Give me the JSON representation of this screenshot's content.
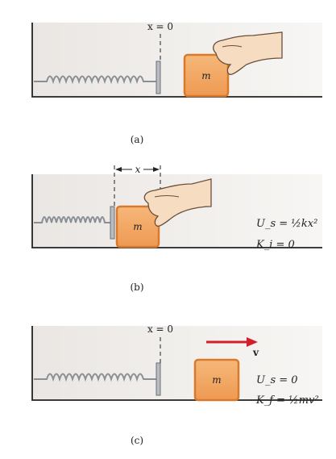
{
  "panels": [
    {
      "caption": "(a)",
      "x_marker": "x = 0",
      "mass_label": "m"
    },
    {
      "caption": "(b)",
      "x_marker": "x",
      "mass_label": "m",
      "equations": [
        "U_s = ½kx²",
        "K_i = 0"
      ]
    },
    {
      "caption": "(c)",
      "x_marker": "x = 0",
      "mass_label": "m",
      "velocity_label": "v",
      "equations": [
        "U_s = 0",
        "K_f = ½mv²"
      ]
    }
  ],
  "colors": {
    "block_fill": "#F2A560",
    "block_edge": "#D97A2A",
    "wall_fill": "#E2DDD7",
    "hand_fill": "#F6DDC2",
    "arrow": "#D21F2C",
    "spring": "#8A8F96"
  }
}
